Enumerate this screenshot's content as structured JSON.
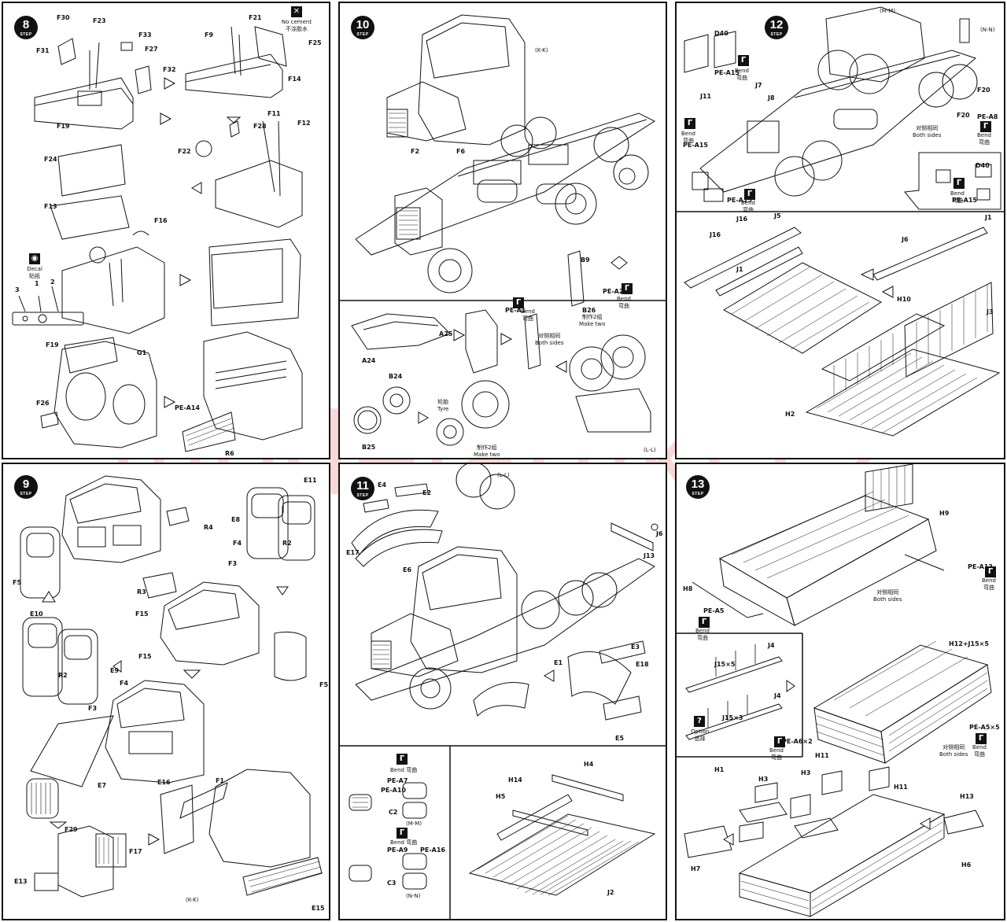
{
  "steps": {
    "s8": "8",
    "s9": "9",
    "s10": "10",
    "s11": "11",
    "s12": "12",
    "s13": "13",
    "label": "STEP"
  },
  "notes": {
    "no_cement": "No cement",
    "no_cement_cn": "不涂胶水",
    "decal": "Decal",
    "decal_cn": "贴纸",
    "bend": "Bend",
    "bend_cn": "弯曲",
    "both_sides": "Both sides",
    "both_sides_cn": "对侧相同",
    "make_two": "Make two",
    "make_two_cn": "制作2组",
    "tyre": "Tyre",
    "tyre_cn": "轮胎",
    "option": "Option",
    "option_cn": "选择"
  },
  "sections": {
    "kk": "(K-K)",
    "ll": "(L-L)",
    "mm": "(M-M)",
    "nn": "(N-N)"
  },
  "parts8": [
    "F30",
    "F23",
    "F33",
    "F27",
    "F31",
    "F32",
    "F19",
    "F21",
    "F9",
    "F25",
    "F14",
    "F11",
    "F12",
    "F28",
    "F22",
    "F24",
    "F13",
    "F16",
    "F19",
    "G1",
    "F26",
    "PE-A14",
    "R6"
  ],
  "decal_nums": [
    "3",
    "1",
    "2"
  ],
  "parts9": [
    "R4",
    "E11",
    "E8",
    "R2",
    "F4",
    "F3",
    "F5",
    "R3",
    "F15",
    "F15",
    "E10",
    "R2",
    "E9",
    "F4",
    "F3",
    "F5",
    "E7",
    "F1",
    "E16",
    "F29",
    "F17",
    "E13",
    "E15"
  ],
  "parts10": [
    "F2",
    "F6",
    "A24",
    "A25",
    "PE-A1",
    "B26",
    "B24",
    "B25",
    "B9",
    "PE-A2"
  ],
  "parts11": [
    "E4",
    "E2",
    "E17",
    "E6",
    "J6",
    "J13",
    "E3",
    "E1",
    "E18",
    "E5",
    "PE-A7",
    "PE-A10",
    "C2",
    "PE-A9",
    "PE-A16",
    "C3",
    "H4",
    "H14",
    "H5",
    "J2"
  ],
  "parts12": [
    "D40",
    "PE-A15",
    "J7",
    "J8",
    "J11",
    "F20",
    "F20",
    "PE-A8",
    "PE-A15",
    "PE-A15",
    "D40",
    "PE-A15",
    "J16",
    "J5",
    "J1",
    "J16",
    "J1",
    "J6",
    "H10",
    "J3",
    "H2"
  ],
  "parts13": [
    "H9",
    "PE-A13",
    "H8",
    "PE-A5",
    "H12+J15×5",
    "J15×5",
    "J4",
    "J4",
    "J15×3",
    "PE-A6×2",
    "H11",
    "PE-A5×5",
    "H1",
    "H3",
    "H3",
    "H11",
    "H7",
    "H13",
    "H6"
  ],
  "watermark": "modelartikl.cz"
}
